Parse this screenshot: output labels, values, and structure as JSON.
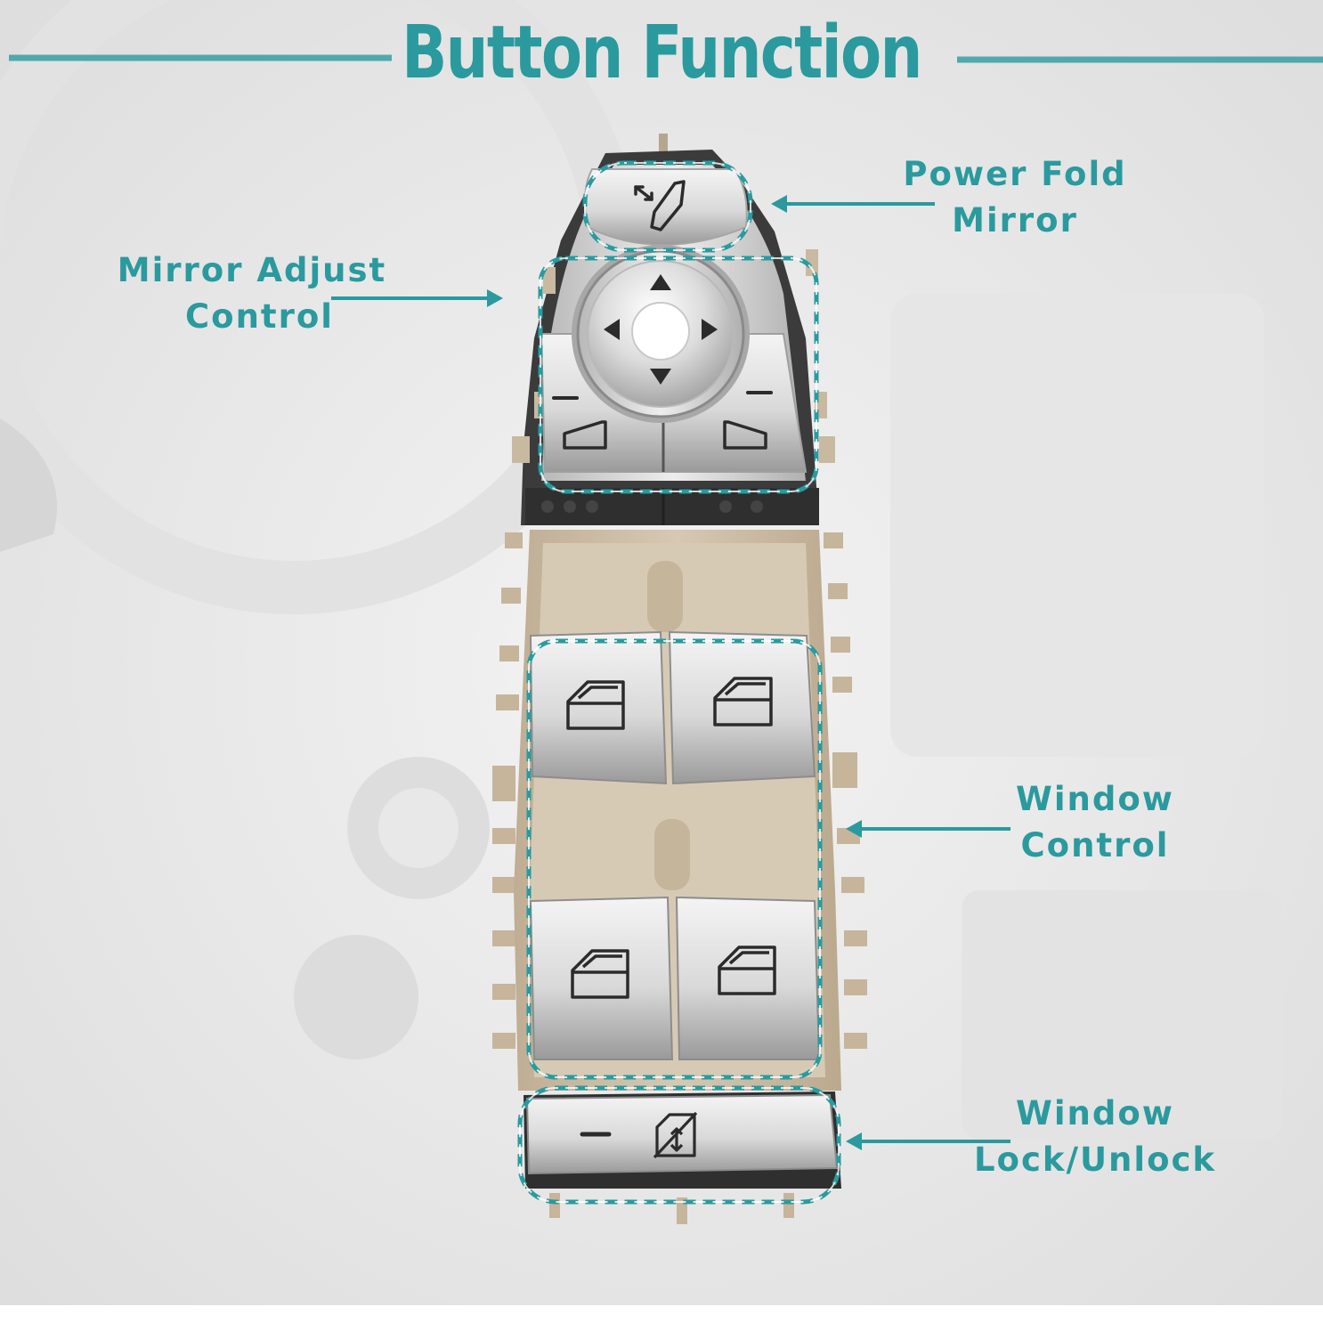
{
  "title": "Button Function",
  "colors": {
    "accent": "#2a9a9e",
    "background": "#ececec",
    "beige_housing": "#cdbda5",
    "chrome": "#d4d4d4",
    "icon_stroke": "#2b2b2b"
  },
  "callouts": {
    "power_fold": {
      "line1": "Power Fold",
      "line2": "Mirror"
    },
    "mirror_adjust": {
      "line1": "Mirror Adjust",
      "line2": "Control"
    },
    "window_control": {
      "line1": "Window",
      "line2": "Control"
    },
    "window_lock": {
      "line1": "Window",
      "line2": "Lock/Unlock"
    }
  },
  "icons": {
    "power_fold": "mirror-fold-icon",
    "joystick": "mirror-joystick-icon",
    "left_mirror": "left-mirror-select-icon",
    "right_mirror": "right-mirror-select-icon",
    "window": "window-up-down-icon",
    "lock": "window-lock-icon"
  }
}
